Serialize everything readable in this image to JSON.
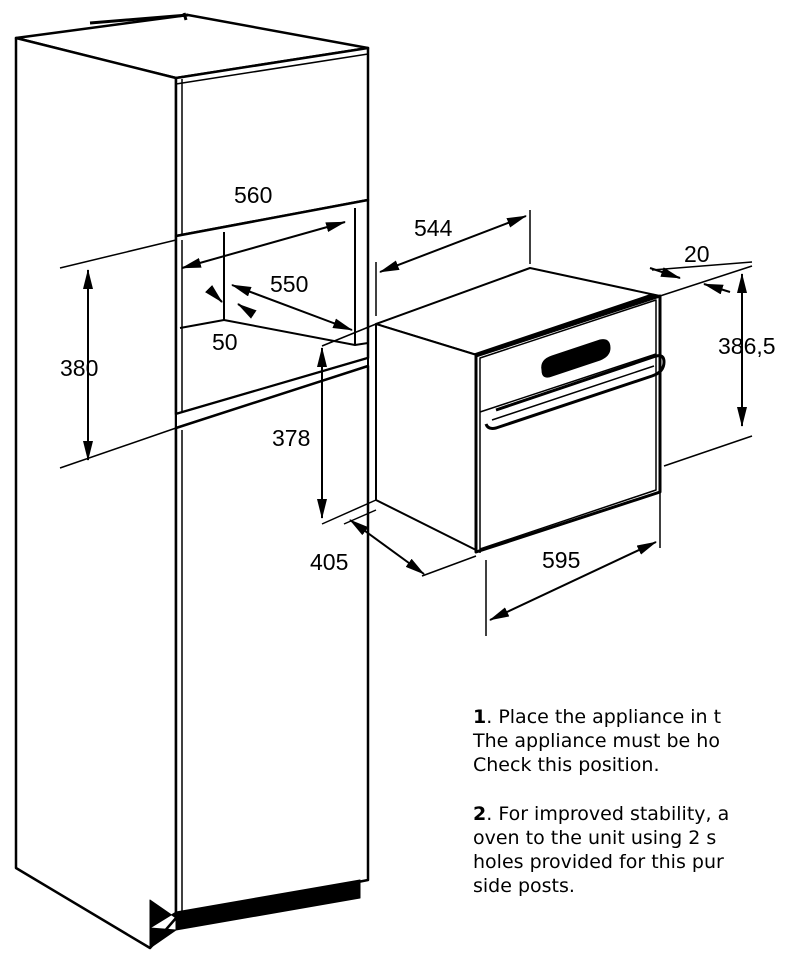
{
  "dimensions": {
    "niche_width": "560",
    "niche_depth": "550",
    "niche_gap": "50",
    "niche_height": "380",
    "appliance_height": "378",
    "appliance_depth_body": "544",
    "appliance_front_thickness": "20",
    "appliance_front_height": "386,5",
    "appliance_side_depth": "405",
    "appliance_width": "595"
  },
  "instructions": [
    {
      "number": "1",
      "lines": [
        ". Place the appliance in t",
        "The appliance must be ho",
        "Check this position."
      ]
    },
    {
      "number": "2",
      "lines": [
        ". For improved stability, a",
        "oven to the unit using 2 s",
        "holes provided for this pur",
        "side posts."
      ]
    }
  ]
}
